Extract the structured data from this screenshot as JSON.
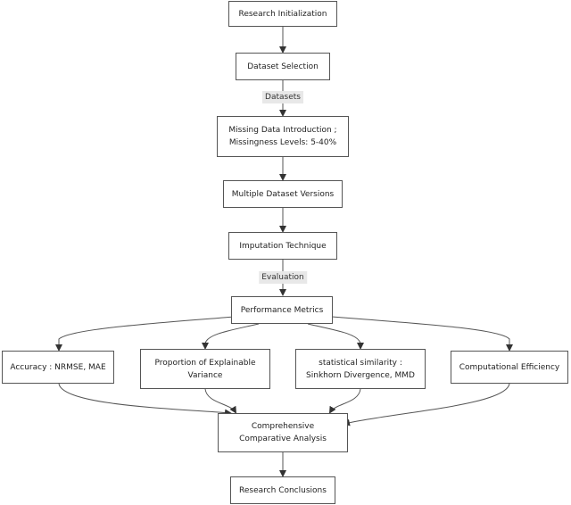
{
  "nodes": {
    "research_initialization": [
      "Research Initialization"
    ],
    "dataset_selection": [
      "Dataset Selection"
    ],
    "missing_data": [
      "Missing Data Introduction ;",
      "Missingness Levels: 5-40%"
    ],
    "multiple_versions": [
      "Multiple Dataset Versions"
    ],
    "imputation_technique": [
      "Imputation Technique"
    ],
    "performance_metrics": [
      "Performance Metrics"
    ],
    "accuracy": [
      "Accuracy : NRMSE, MAE"
    ],
    "explainable_variance": [
      "Proportion of Explainable",
      "Variance"
    ],
    "statistical_similarity": [
      "statistical similarity :",
      "Sinkhorn Divergence, MMD"
    ],
    "computational_efficiency": [
      "Computational Efficiency"
    ],
    "comparative_analysis": [
      "Comprehensive",
      "Comparative Analysis"
    ],
    "research_conclusions": [
      "Research Conclusions"
    ]
  },
  "edge_labels": {
    "datasets": "Datasets",
    "evaluation": "Evaluation"
  }
}
